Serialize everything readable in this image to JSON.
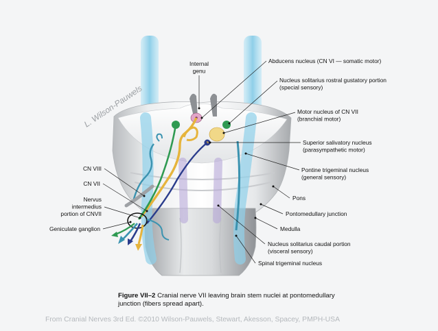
{
  "labels": {
    "internal_genu": "Internal\ngenu",
    "abducens": "Abducens nucleus (CN VI — somatic motor)",
    "solitarius_rostral": "Nucleus solitarius rostral gustatory portion\n(special sensory)",
    "motor_cn7": "Motor nucleus of CN VII\n(branchial motor)",
    "superior_salivatory": "Superior salivatory nucleus\n(parasympathetic motor)",
    "pontine_trigeminal": "Pontine trigeminal nucleus\n(general sensory)",
    "pons": "Pons",
    "pontomedullary": "Pontomedullary junction",
    "medulla": "Medulla",
    "solitarius_caudal": "Nucleus solitarius caudal portion\n(visceral sensory)",
    "spinal_trigeminal": "Spinal trigeminal nucleus",
    "cn8": "CN VIII",
    "cn7": "CN VII",
    "nervus_intermedius": "Nervus\nintermedius\nportion of CNVII",
    "geniculate": "Geniculate ganglion"
  },
  "signature": "L. Wilson-Pauwels",
  "caption": {
    "figure_number": "Figure VII–2",
    "text": "Cranial nerve VII leaving brain stem nuclei at pontomedullary junction (fibers spread apart)."
  },
  "source": "From Cranial Nerves 3rd Ed. ©2010 Wilson-Pauwels, Stewart, Akesson, Spacey, PMPH-USA",
  "colors": {
    "background": "#f4f5f6",
    "tract_blue": "#7cc8e6",
    "somatic_pink": "#e3a5c8",
    "gustatory_green": "#2f9a52",
    "branchial_yellow": "#e6b43c",
    "salivatory_navy": "#2a3c8c",
    "visceral_purple": "#b8a8d8",
    "trigeminal_teal": "#3b93b0"
  }
}
